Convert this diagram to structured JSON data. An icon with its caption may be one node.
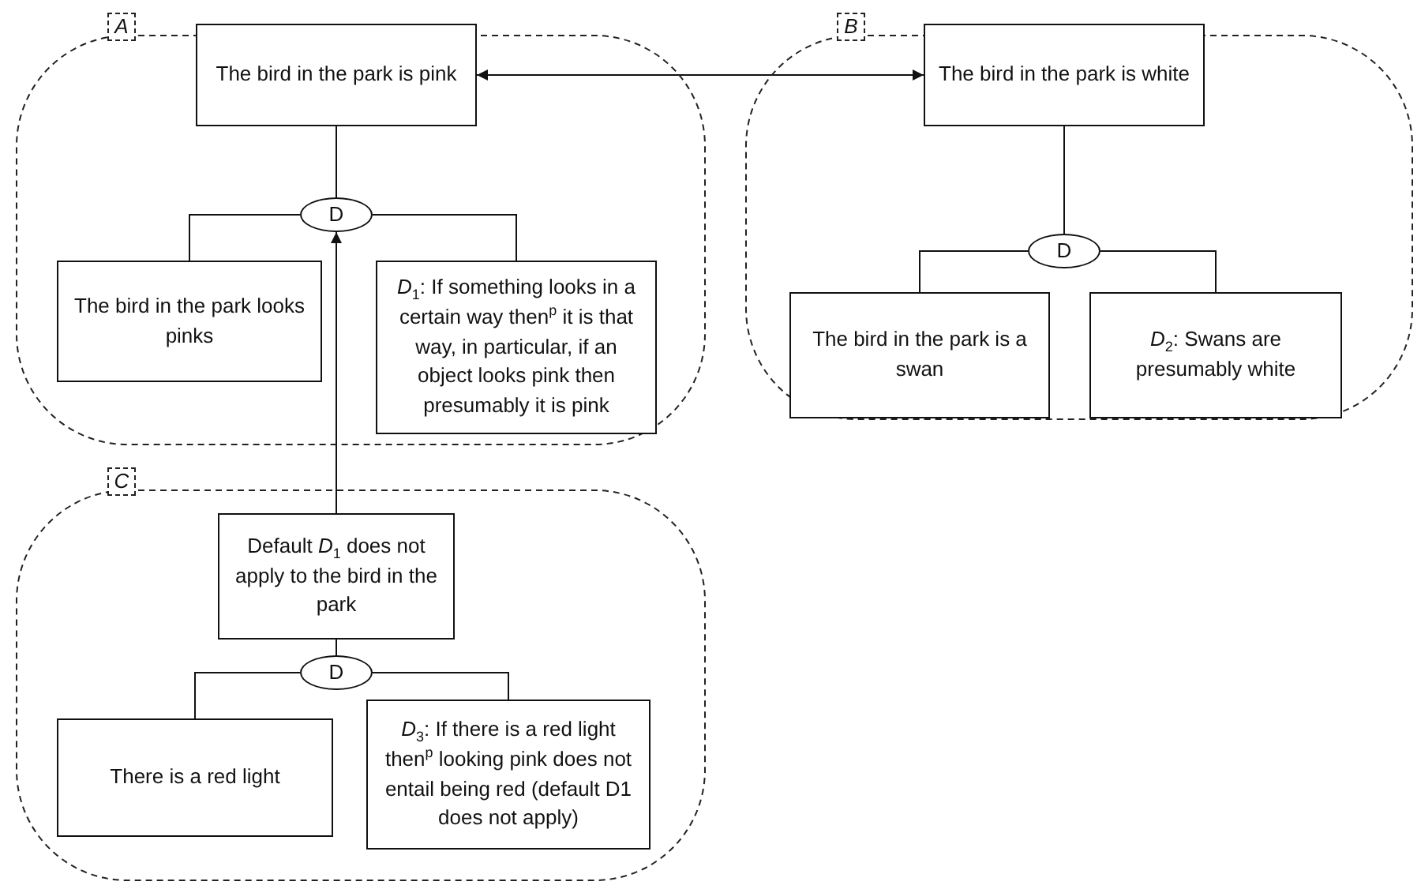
{
  "diagram": {
    "nodes": [
      {
        "text": [
          "A"
        ]
      },
      {
        "text": [
          "The bird in the park is pink"
        ],
        "in": 0
      },
      {
        "text": [
          "D"
        ],
        "in": 0
      },
      {
        "text": [
          "The bird in the park looks pinks"
        ],
        "in": 0
      },
      {
        "text": [
          "*D*$_{1}$: If something looks in a certain way then$^{p}$ it is that way, in particular, if an object looks pink then presumably it is pink"
        ],
        "in": 0
      },
      {
        "text": [
          "B"
        ]
      },
      {
        "text": [
          "The bird in the park is white"
        ],
        "in": 5
      },
      {
        "text": [
          "D"
        ],
        "in": 5
      },
      {
        "text": [
          "The bird in the park is a swan"
        ],
        "in": 5
      },
      {
        "text": [
          "*D*$_{2}$: Swans are presumably white"
        ],
        "in": 5
      },
      {
        "text": [
          "C"
        ]
      },
      {
        "text": [
          "Default *D*$_{1}$ does not apply to the bird in the park"
        ],
        "in": 10
      },
      {
        "text": [
          "D"
        ],
        "in": 10
      },
      {
        "text": [
          "There is a red light"
        ],
        "in": 10
      },
      {
        "text": [
          "*D*$_{3}$: If there is a red light then$^{p}$ looking pink does not entail being red (default D1 does not apply)"
        ],
        "in": 10
      }
    ],
    "edges": [
      {
        "from": 1,
        "to": 6,
        "arrow": "both"
      },
      {
        "from": 1,
        "to": 2,
        "arrow": "none"
      },
      {
        "from": 2,
        "to": 3,
        "arrow": "none"
      },
      {
        "from": 2,
        "to": 4,
        "arrow": "none"
      },
      {
        "from": 6,
        "to": 7,
        "arrow": "none"
      },
      {
        "from": 7,
        "to": 8,
        "arrow": "none"
      },
      {
        "from": 7,
        "to": 9,
        "arrow": "none"
      },
      {
        "from": 11,
        "to": 2,
        "arrow": "to"
      },
      {
        "from": 11,
        "to": 12,
        "arrow": "none"
      },
      {
        "from": 12,
        "to": 13,
        "arrow": "none"
      },
      {
        "from": 12,
        "to": 14,
        "arrow": "none"
      }
    ]
  }
}
